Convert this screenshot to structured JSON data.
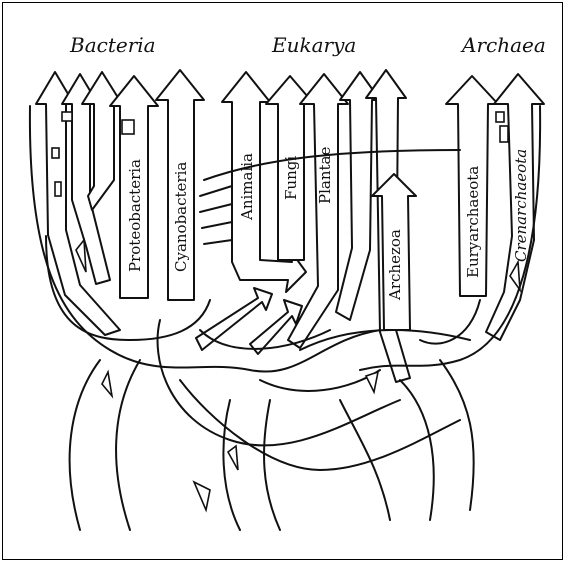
{
  "domains": {
    "bacteria": "Bacteria",
    "eukarya": "Eukarya",
    "archaea": "Archaea"
  },
  "groups": {
    "proteobacteria": "Proteobacteria",
    "cyanobacteria": "Cyanobacteria",
    "animalia": "Animalia",
    "fungi": "Fungi",
    "plantae": "Plantae",
    "archezoa": "Archezoa",
    "euryarchaeota": "Euryarchaeota",
    "crenarchaeota": "Crenarchaeota"
  },
  "colors": {
    "ink": "#111111",
    "paper": "#ffffff"
  }
}
